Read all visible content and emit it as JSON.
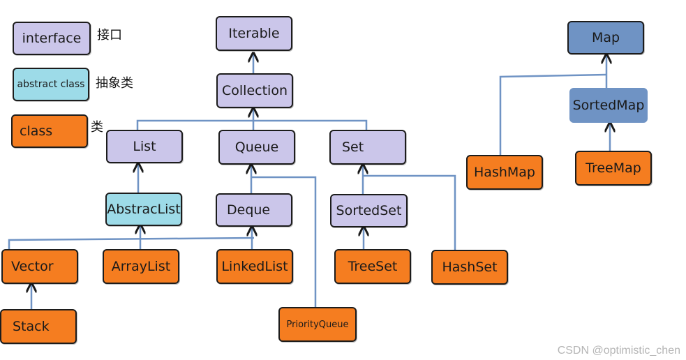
{
  "legend": {
    "interface": {
      "box": "interface",
      "label": "接口"
    },
    "abstract": {
      "box": "abstract class",
      "label": "抽象类"
    },
    "class": {
      "box": "class",
      "label": "类"
    }
  },
  "nodes": {
    "iterable": "Iterable",
    "collection": "Collection",
    "list": "List",
    "queue": "Queue",
    "set": "Set",
    "abstractlist": "AbstracList",
    "deque": "Deque",
    "sortedset": "SortedSet",
    "vector": "Vector",
    "arraylist": "ArrayList",
    "linkedlist": "LinkedList",
    "treeset": "TreeSet",
    "hashset": "HashSet",
    "stack": "Stack",
    "priorityqueue": "PriorityQueue",
    "map": "Map",
    "sortedmap": "SortedMap",
    "hashmap": "HashMap",
    "treemap": "TreeMap"
  },
  "watermark": "CSDN @optimistic_chen",
  "colors": {
    "interface": "#cbc6ea",
    "abstract_class": "#9ddbe8",
    "class": "#f57d20",
    "map": "#6f93c4",
    "connector": "#6f93c4"
  }
}
